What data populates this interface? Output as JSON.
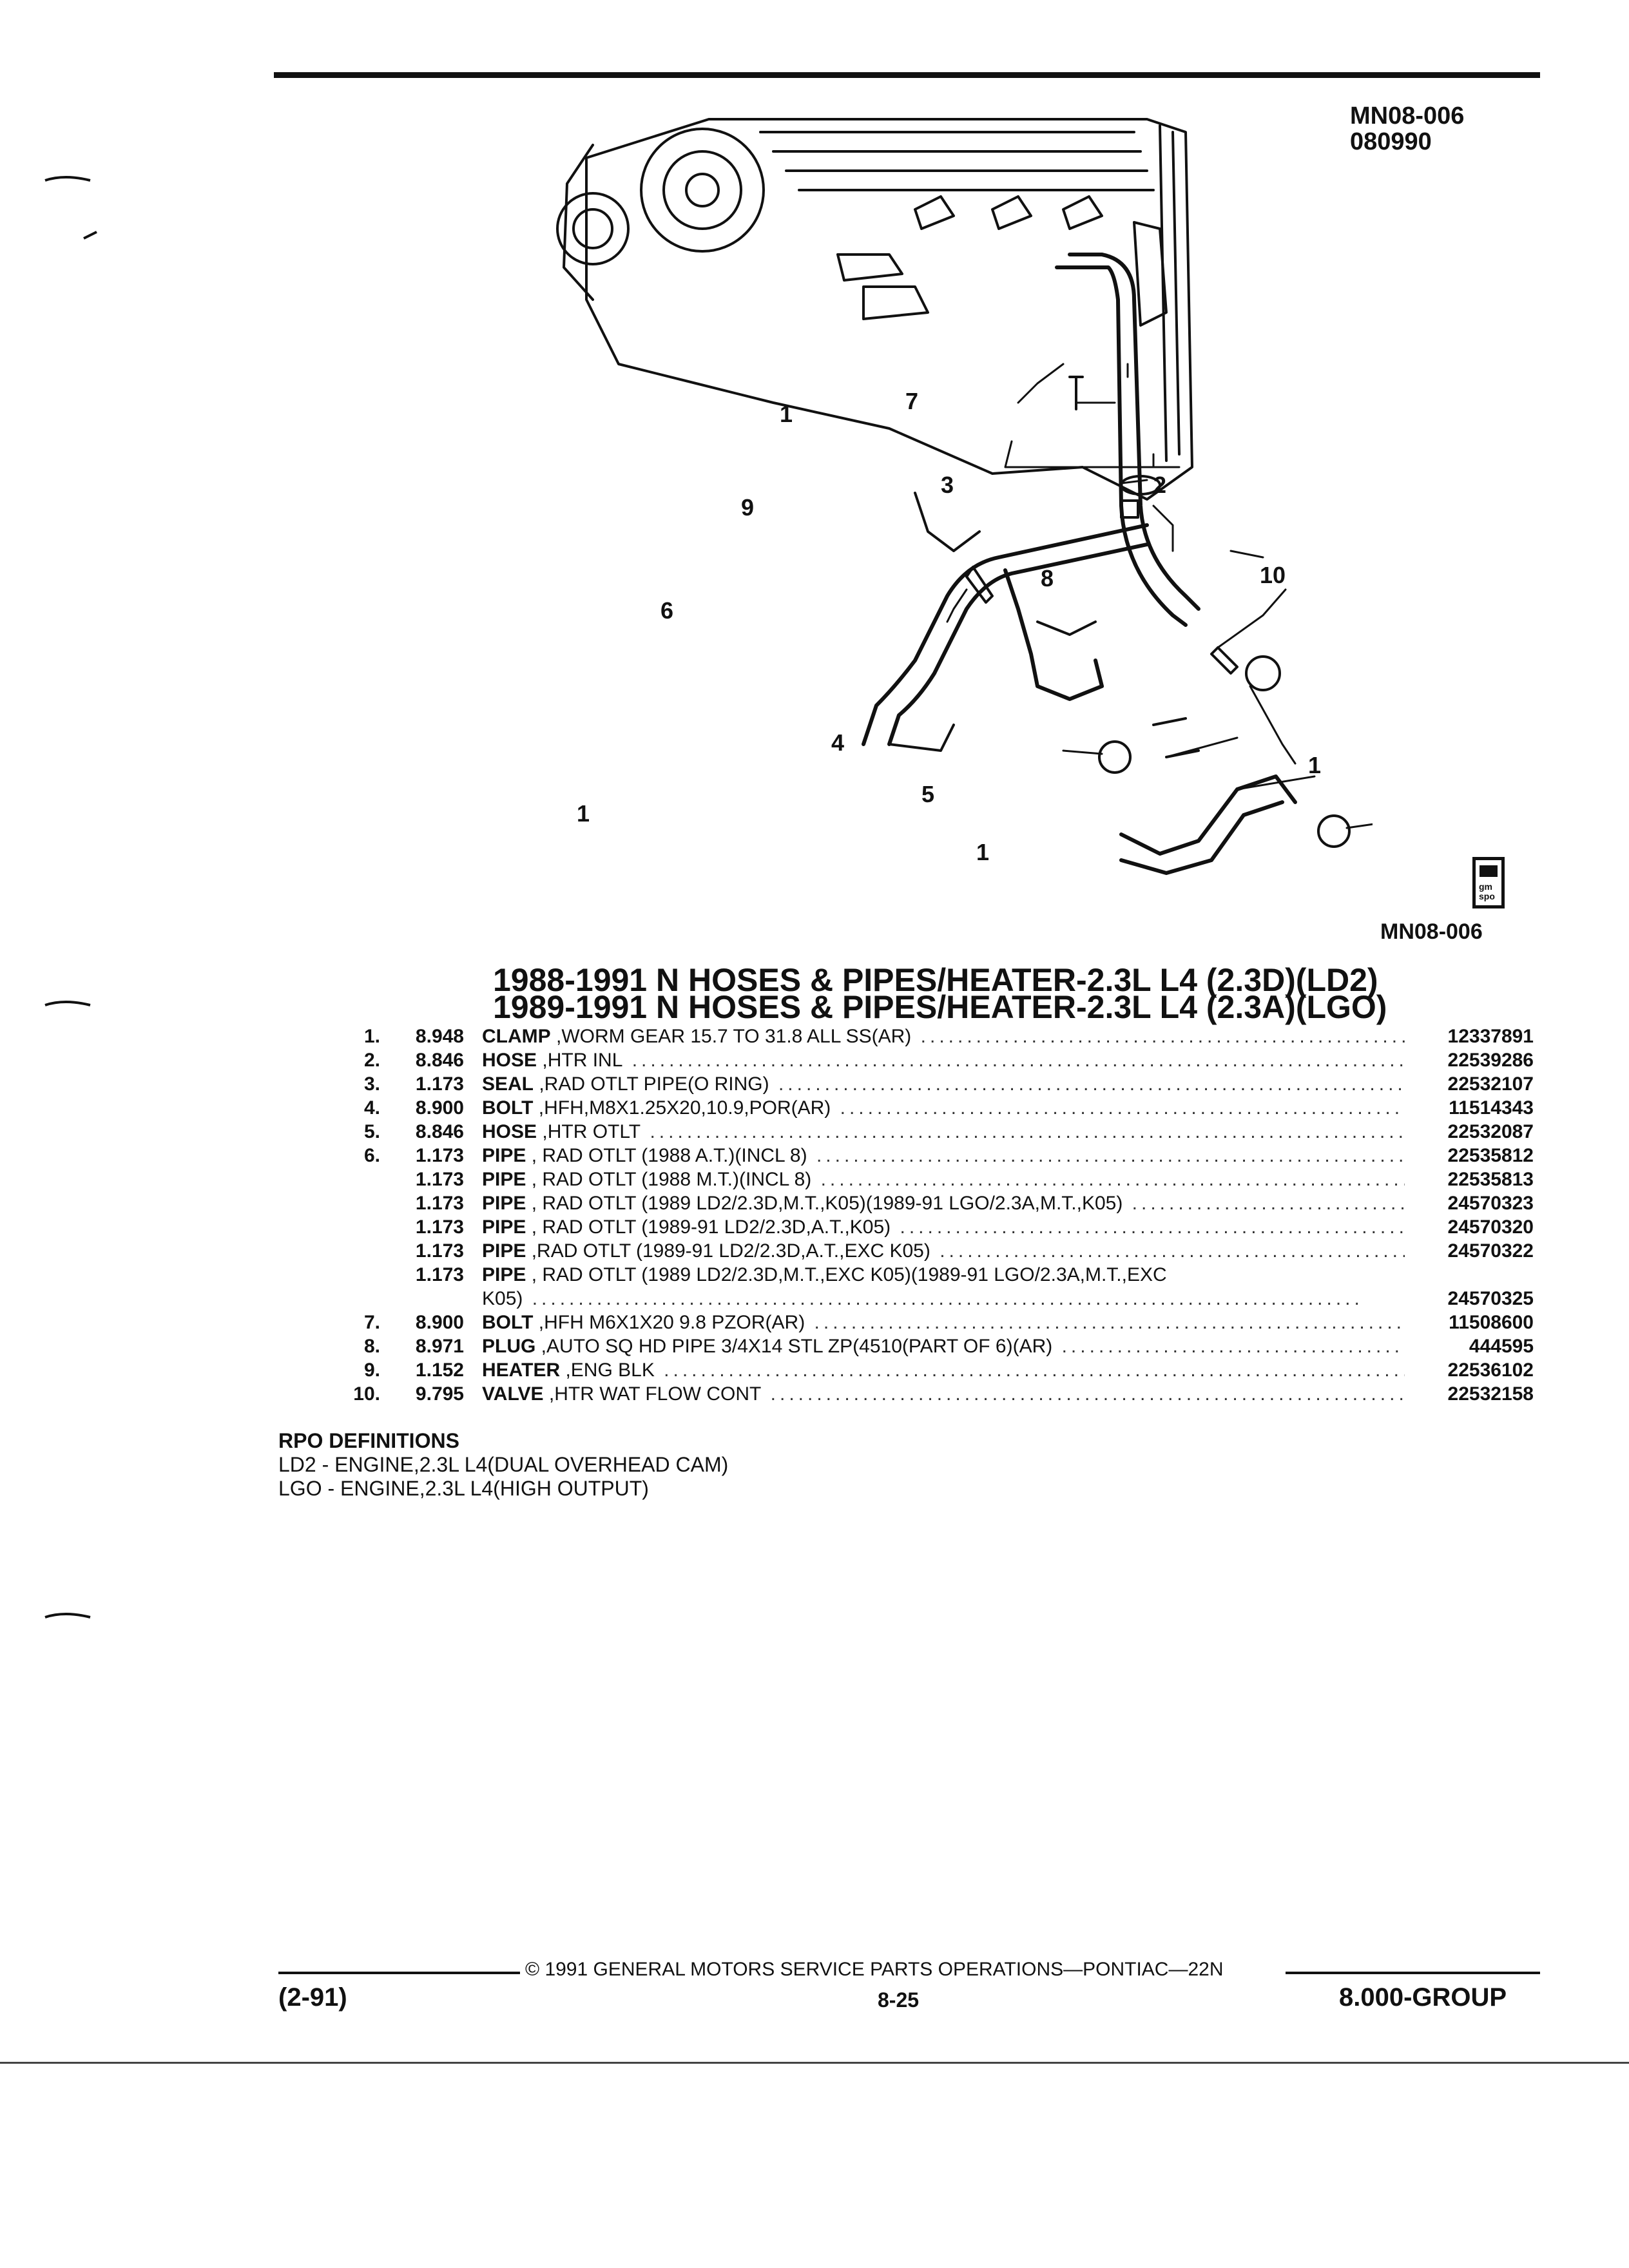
{
  "header": {
    "figure_id": "MN08-006",
    "date_code": "080990"
  },
  "figure": {
    "callouts": [
      "1",
      "2",
      "3",
      "4",
      "5",
      "6",
      "7",
      "8",
      "9",
      "10"
    ],
    "icon_label": "gm spo",
    "figure_id_bottom": "MN08-006"
  },
  "titles": {
    "line1": "1988-1991 N HOSES & PIPES/HEATER-2.3L L4 (2.3D)(LD2)",
    "line2": "1989-1991 N HOSES & PIPES/HEATER-2.3L L4 (2.3A)(LGO)"
  },
  "parts": [
    {
      "num": "1.",
      "group": "8.948",
      "name": "CLAMP",
      "desc": " ,WORM GEAR 15.7 TO 31.8 ALL SS(AR)",
      "part": "12337891"
    },
    {
      "num": "2.",
      "group": "8.846",
      "name": "HOSE",
      "desc": " ,HTR INL",
      "part": "22539286"
    },
    {
      "num": "3.",
      "group": "1.173",
      "name": "SEAL",
      "desc": " ,RAD OTLT PIPE(O RING)",
      "part": "22532107"
    },
    {
      "num": "4.",
      "group": "8.900",
      "name": "BOLT",
      "desc": " ,HFH,M8X1.25X20,10.9,POR(AR)",
      "part": "11514343"
    },
    {
      "num": "5.",
      "group": "8.846",
      "name": "HOSE",
      "desc": " ,HTR OTLT",
      "part": "22532087"
    },
    {
      "num": "6.",
      "group": "1.173",
      "name": "PIPE",
      "desc": " , RAD OTLT (1988 A.T.)(INCL 8)",
      "part": "22535812"
    },
    {
      "num": "",
      "group": "1.173",
      "name": "PIPE",
      "desc": " , RAD OTLT (1988 M.T.)(INCL 8)",
      "part": "22535813"
    },
    {
      "num": "",
      "group": "1.173",
      "name": "PIPE",
      "desc": " , RAD OTLT (1989 LD2/2.3D,M.T.,K05)(1989-91 LGO/2.3A,M.T.,K05)",
      "part": "24570323"
    },
    {
      "num": "",
      "group": "1.173",
      "name": "PIPE",
      "desc": " , RAD OTLT (1989-91 LD2/2.3D,A.T.,K05)",
      "part": "24570320"
    },
    {
      "num": "",
      "group": "1.173",
      "name": "PIPE",
      "desc": " ,RAD OTLT (1989-91 LD2/2.3D,A.T.,EXC K05)",
      "part": "24570322"
    },
    {
      "num": "",
      "group": "1.173",
      "name": "PIPE",
      "desc": " , RAD OTLT (1989 LD2/2.3D,M.T.,EXC K05)(1989-91 LGO/2.3A,M.T.,EXC",
      "desc2": "K05)",
      "part": "24570325"
    },
    {
      "num": "7.",
      "group": "8.900",
      "name": "BOLT",
      "desc": " ,HFH M6X1X20 9.8 PZOR(AR)",
      "part": "11508600"
    },
    {
      "num": "8.",
      "group": "8.971",
      "name": "PLUG",
      "desc": " ,AUTO SQ HD PIPE 3/4X14 STL ZP(4510(PART OF 6)(AR)",
      "part": "444595"
    },
    {
      "num": "9.",
      "group": "1.152",
      "name": "HEATER",
      "desc": " ,ENG BLK",
      "part": "22536102"
    },
    {
      "num": "10.",
      "group": "9.795",
      "name": "VALVE",
      "desc": " ,HTR WAT FLOW CONT",
      "part": "22532158"
    }
  ],
  "rpo": {
    "heading": "RPO DEFINITIONS",
    "items": [
      "LD2 - ENGINE,2.3L L4(DUAL OVERHEAD CAM)",
      "LGO - ENGINE,2.3L L4(HIGH OUTPUT)"
    ]
  },
  "footer": {
    "copyright": "© 1991 GENERAL MOTORS SERVICE PARTS OPERATIONS—PONTIAC—22N",
    "date": "(2-91)",
    "page": "8-25",
    "group": "8.000-GROUP"
  },
  "colors": {
    "ink": "#111111",
    "paper": "#ffffff"
  }
}
